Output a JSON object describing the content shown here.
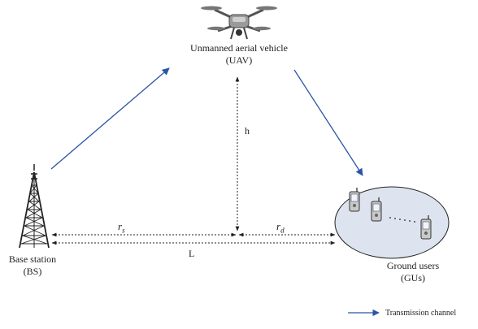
{
  "nodes": {
    "uav": {
      "name": "Unmanned aerial vehicle",
      "abbr": "(UAV)"
    },
    "bs": {
      "name": "Base station",
      "abbr": "(BS)"
    },
    "gus": {
      "name": "Ground users",
      "abbr": "(GUs)"
    }
  },
  "dimensions": {
    "height": "h",
    "rs": {
      "base": "r",
      "sub": "s"
    },
    "rd": {
      "base": "r",
      "sub": "d"
    },
    "length": "L"
  },
  "legend": {
    "label": "Transmission channel"
  },
  "colors": {
    "channel": "#2b55a5",
    "ellipse_fill": "#dde4ef",
    "line": "#222222"
  }
}
